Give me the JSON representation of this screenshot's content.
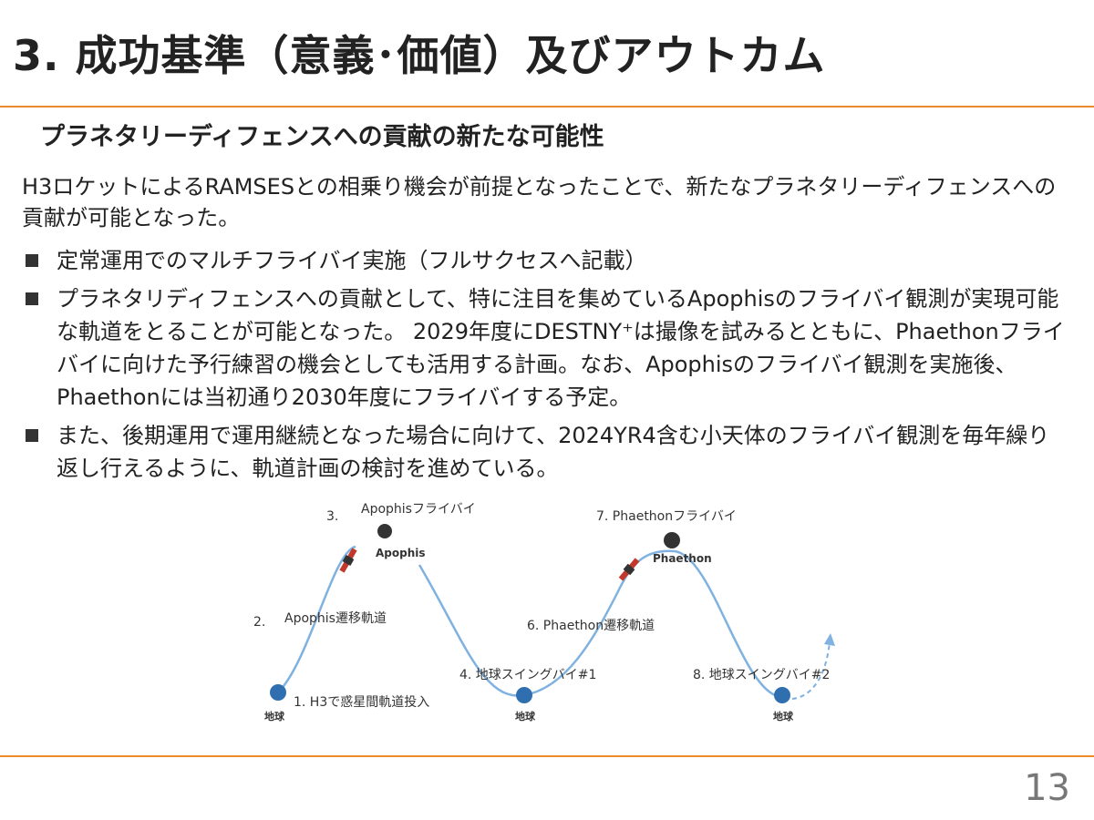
{
  "slide": {
    "title": "3. 成功基準（意義･価値）及びアウトカム",
    "subtitle": "プラネタリーディフェンスへの貢献の新たな可能性",
    "intro": "H3ロケットによるRAMSESとの相乗り機会が前提となったことで、新たなプラネタリーディフェンスへの貢献が可能となった。",
    "bullets": [
      "定常運用でのマルチフライバイ実施（フルサクセスへ記載）",
      "プラネタリディフェンスへの貢献として、特に注目を集めているApophisのフライバイ観測が実現可能な軌道をとることが可能となった。 2029年度にDESTNY⁺は撮像を試みるとともに、Phaethonフライバイに向けた予行練習の機会としても活用する計画。なお、Apophisのフライバイ観測を実施後、Phaethonには当初通り2030年度にフライバイする予定。",
      "また、後期運用で運用継続となった場合に向けて、2024YR4含む小天体のフライバイ観測を毎年繰り返し行えるように、軌道計画の検討を進めている。"
    ],
    "page_number": "13"
  },
  "diagram": {
    "labels": {
      "step1": "1. H3で惑星間軌道投入",
      "step2_num": "2.",
      "step2": "Apophis遷移軌道",
      "step3_num": "3.",
      "step3": "Apophisフライバイ",
      "step4": "4. 地球スイングバイ#1",
      "step6": "6. Phaethon遷移軌道",
      "step7": "7. Phaethonフライバイ",
      "step8": "8. 地球スイングバイ#2",
      "apophis": "Apophis",
      "phaethon": "Phaethon",
      "earth1": "地球",
      "earth2": "地球",
      "earth3": "地球"
    },
    "colors": {
      "trajectory": "#7fb2e0",
      "accent": "#ee8a2b",
      "earth": "#2f6fb0"
    }
  }
}
